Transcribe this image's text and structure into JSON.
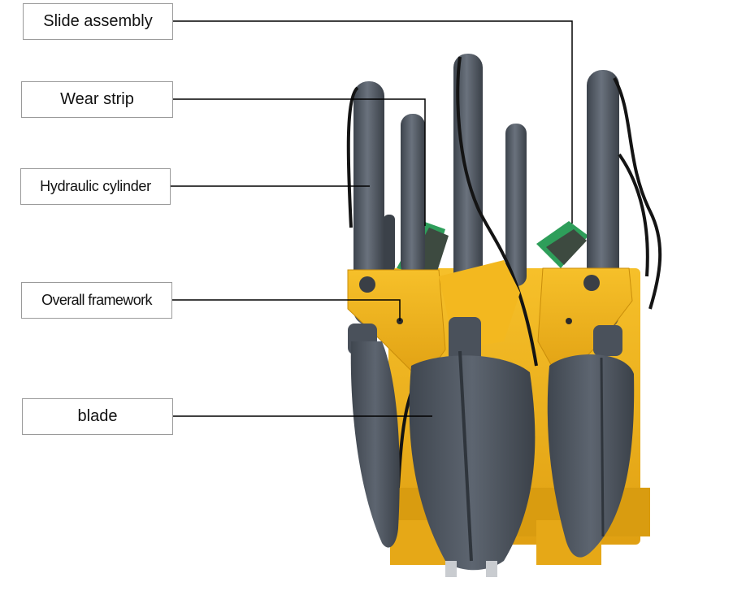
{
  "labels": {
    "slide_assembly": "Slide assembly",
    "wear_strip": "Wear strip",
    "hydraulic_cylinder": "Hydraulic cylinder",
    "overall_framework": "Overall framework",
    "blade": "blade"
  },
  "colors": {
    "frame_yellow": "#f2b31c",
    "steel_grey": "#4d5560",
    "wear_strip_green": "#2e9e5a",
    "leader_line": "#000000"
  }
}
